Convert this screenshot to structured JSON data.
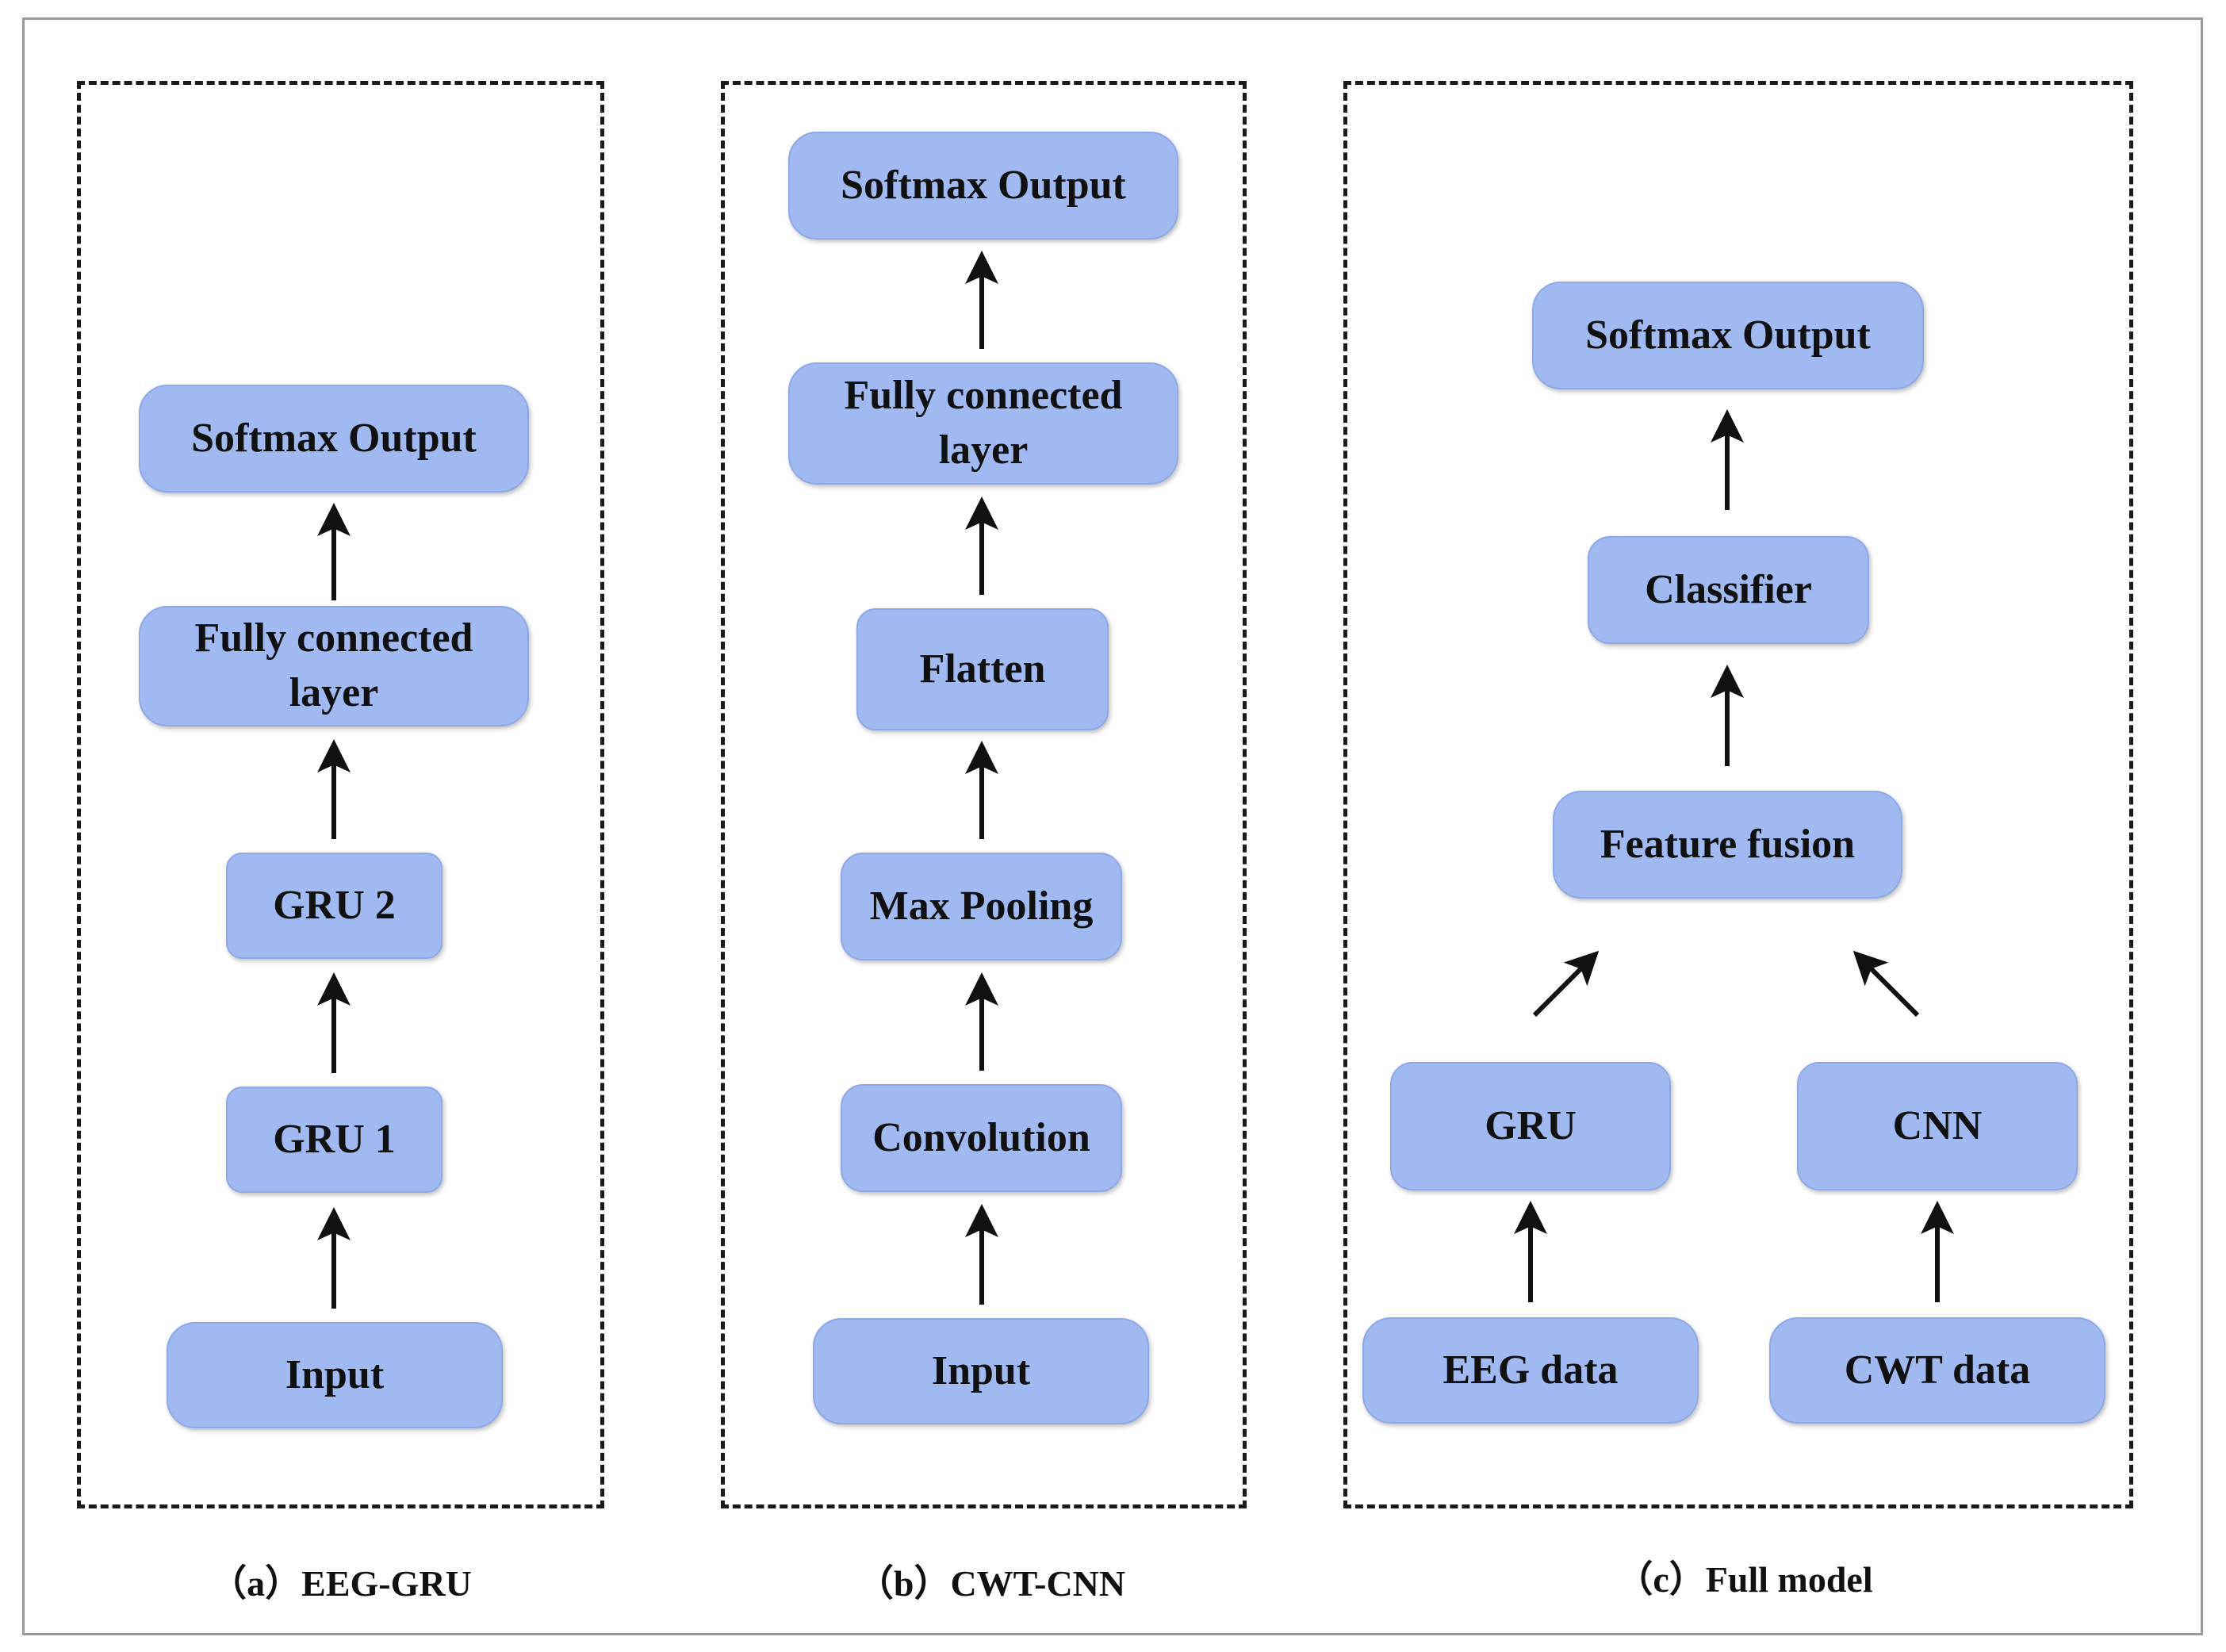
{
  "panels": {
    "a": {
      "caption": "（a）EEG-GRU",
      "nodes": {
        "softmax": "Softmax Output",
        "fc": "Fully connected layer",
        "gru2": "GRU 2",
        "gru1": "GRU 1",
        "input": "Input"
      }
    },
    "b": {
      "caption": "（b）CWT-CNN",
      "nodes": {
        "softmax": "Softmax Output",
        "fc": "Fully connected layer",
        "flatten": "Flatten",
        "maxpool": "Max Pooling",
        "conv": "Convolution",
        "input": "Input"
      }
    },
    "c": {
      "caption": "（c）Full model",
      "nodes": {
        "softmax": "Softmax Output",
        "classifier": "Classifier",
        "fusion": "Feature fusion",
        "gru": "GRU",
        "cnn": "CNN",
        "eeg": "EEG data",
        "cwt": "CWT data"
      }
    }
  },
  "colors": {
    "node_fill": "#a1b9f1",
    "node_border": "#8ea7e6",
    "line": "#111111",
    "frame": "#9a9a9a"
  }
}
